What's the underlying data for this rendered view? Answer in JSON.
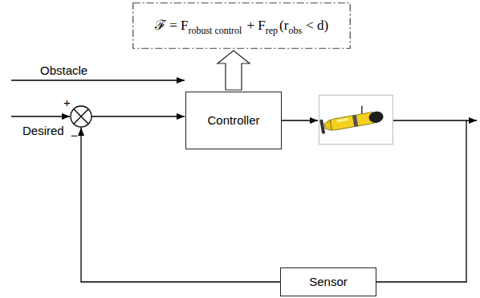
{
  "diagram": {
    "nodes": [
      {
        "text": [
          "ℱ = F",
          "robust control",
          "+ F",
          "rep",
          "(r",
          "obs",
          "< d)"
        ]
      },
      {
        "text": [
          "Controller"
        ]
      },
      {
        "text": [
          "Sensor"
        ]
      }
    ],
    "edges": [
      {
        "from": 1,
        "to": 0,
        "arrow": "to"
      }
    ],
    "labels": [
      "Obstacle",
      "+",
      "Desired",
      "−"
    ]
  }
}
